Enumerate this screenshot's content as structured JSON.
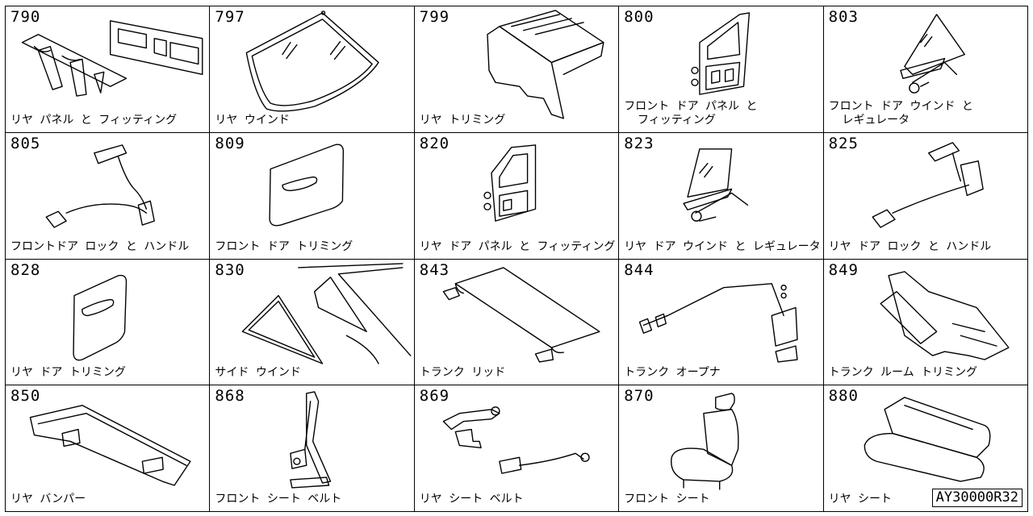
{
  "cells": [
    {
      "code": "790",
      "label": "リヤ パネル と フィッティング"
    },
    {
      "code": "797",
      "label": "リヤ ウインド"
    },
    {
      "code": "799",
      "label": "リヤ トリミング"
    },
    {
      "code": "800",
      "label": "フロント ドア パネル と\n  フィッティング"
    },
    {
      "code": "803",
      "label": "フロント ドア ウインド と\n  レギュレータ"
    },
    {
      "code": "805",
      "label": "フロントドア ロック と ハンドル"
    },
    {
      "code": "809",
      "label": "フロント ドア トリミング"
    },
    {
      "code": "820",
      "label": "リヤ ドア パネル と フィッティング"
    },
    {
      "code": "823",
      "label": "リヤ ドア ウインド と レギュレータ"
    },
    {
      "code": "825",
      "label": "リヤ ドア ロック と ハンドル"
    },
    {
      "code": "828",
      "label": "リヤ ドア トリミング"
    },
    {
      "code": "830",
      "label": "サイド ウインド"
    },
    {
      "code": "843",
      "label": "トランク リッド"
    },
    {
      "code": "844",
      "label": "トランク オープナ"
    },
    {
      "code": "849",
      "label": "トランク ルーム トリミング"
    },
    {
      "code": "850",
      "label": "リヤ バンパー"
    },
    {
      "code": "868",
      "label": "フロント シート ベルト"
    },
    {
      "code": "869",
      "label": "リヤ シート ベルト"
    },
    {
      "code": "870",
      "label": "フロント シート"
    },
    {
      "code": "880",
      "label": "リヤ シート"
    }
  ],
  "reference_code": "AY30000R32"
}
